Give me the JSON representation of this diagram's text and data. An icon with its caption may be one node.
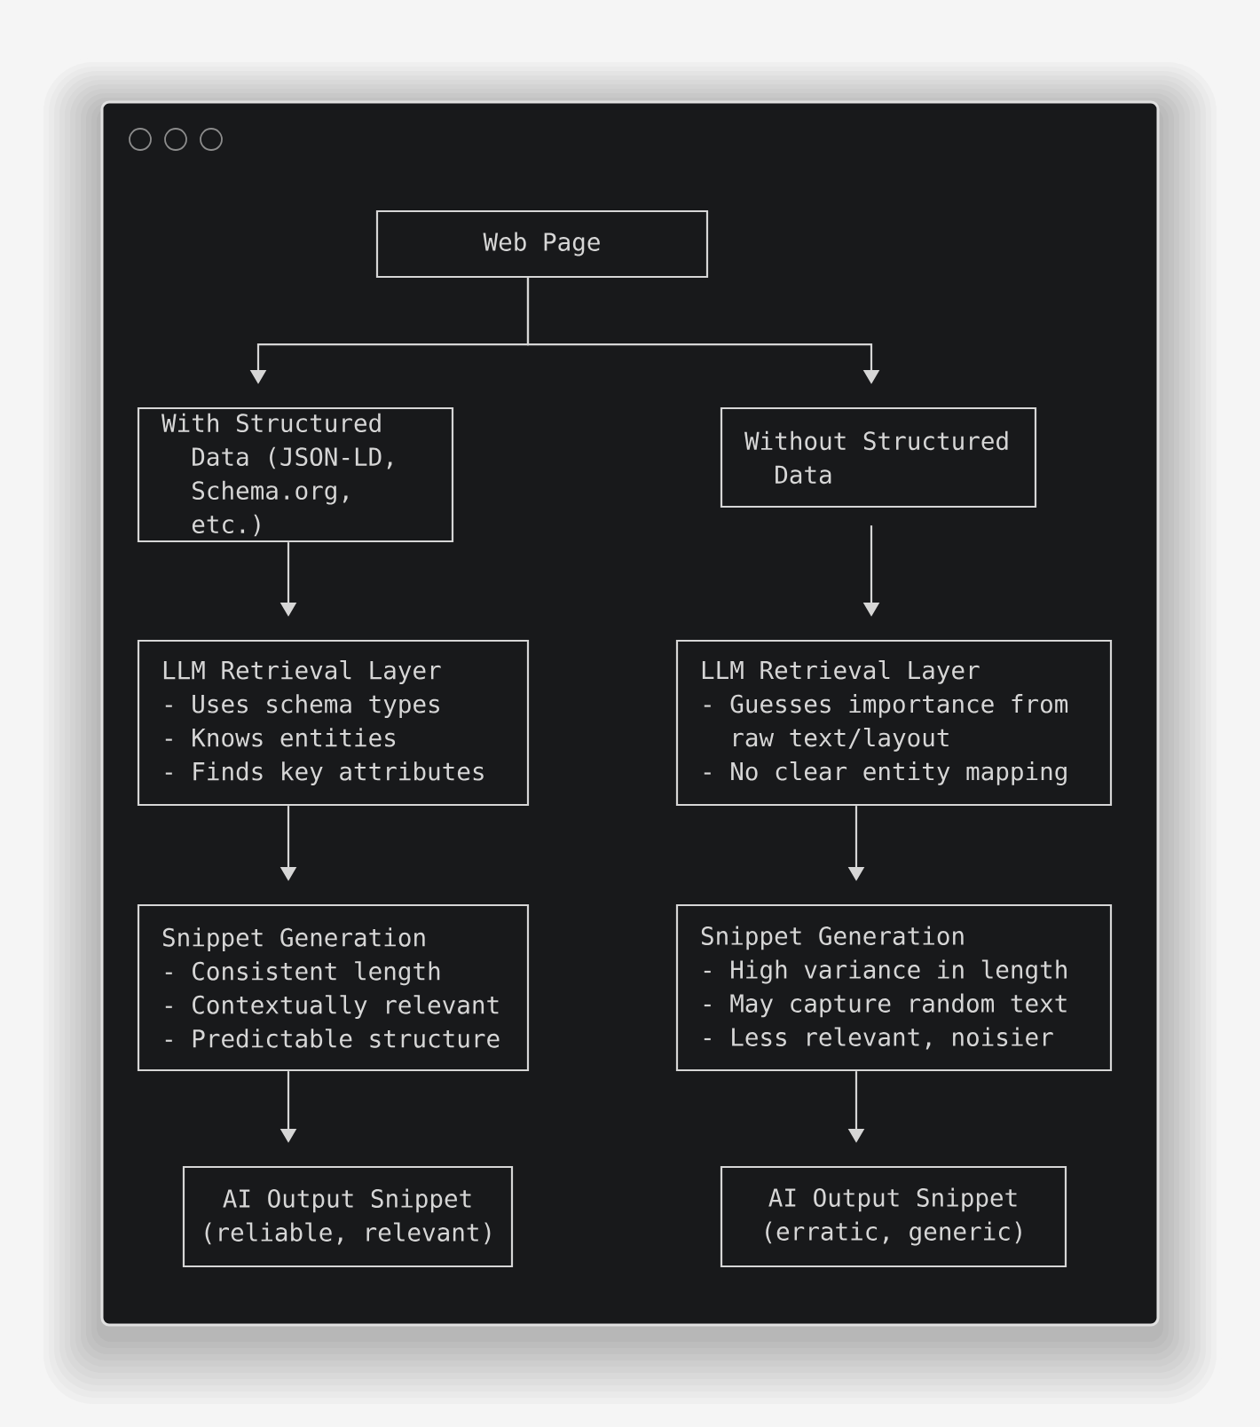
{
  "diagram": {
    "nodes": [
      {
        "text": [
          "Web Page"
        ]
      },
      {
        "text": [
          "With Structured Data (JSON-LD, Schema.org, etc.)"
        ]
      },
      {
        "text": [
          "Without Structured Data"
        ]
      },
      {
        "text": [
          "LLM Retrieval Layer",
          "- Uses schema types",
          "- Knows entities",
          "- Finds key attributes"
        ]
      },
      {
        "text": [
          "LLM Retrieval Layer",
          "- Guesses importance from raw text/layout",
          "- No clear entity mapping"
        ]
      },
      {
        "text": [
          "Snippet Generation",
          "- Consistent length",
          "- Contextually relevant",
          "- Predictable structure"
        ]
      },
      {
        "text": [
          "Snippet Generation",
          "- High variance in length",
          "- May capture random text",
          "- Less relevant, noisier"
        ]
      },
      {
        "text": [
          "AI Output Snippet",
          "(reliable, relevant)"
        ]
      },
      {
        "text": [
          "AI Output Snippet",
          "(erratic, generic)"
        ]
      }
    ],
    "edges": [
      {
        "from": 0,
        "to": 1,
        "arrow": "to"
      },
      {
        "from": 0,
        "to": 2,
        "arrow": "to"
      },
      {
        "from": 1,
        "to": 3,
        "arrow": "to"
      },
      {
        "from": 2,
        "to": 4,
        "arrow": "to"
      },
      {
        "from": 3,
        "to": 5,
        "arrow": "to"
      },
      {
        "from": 4,
        "to": 6,
        "arrow": "to"
      },
      {
        "from": 5,
        "to": 7,
        "arrow": "to"
      },
      {
        "from": 6,
        "to": 8,
        "arrow": "to"
      }
    ]
  }
}
